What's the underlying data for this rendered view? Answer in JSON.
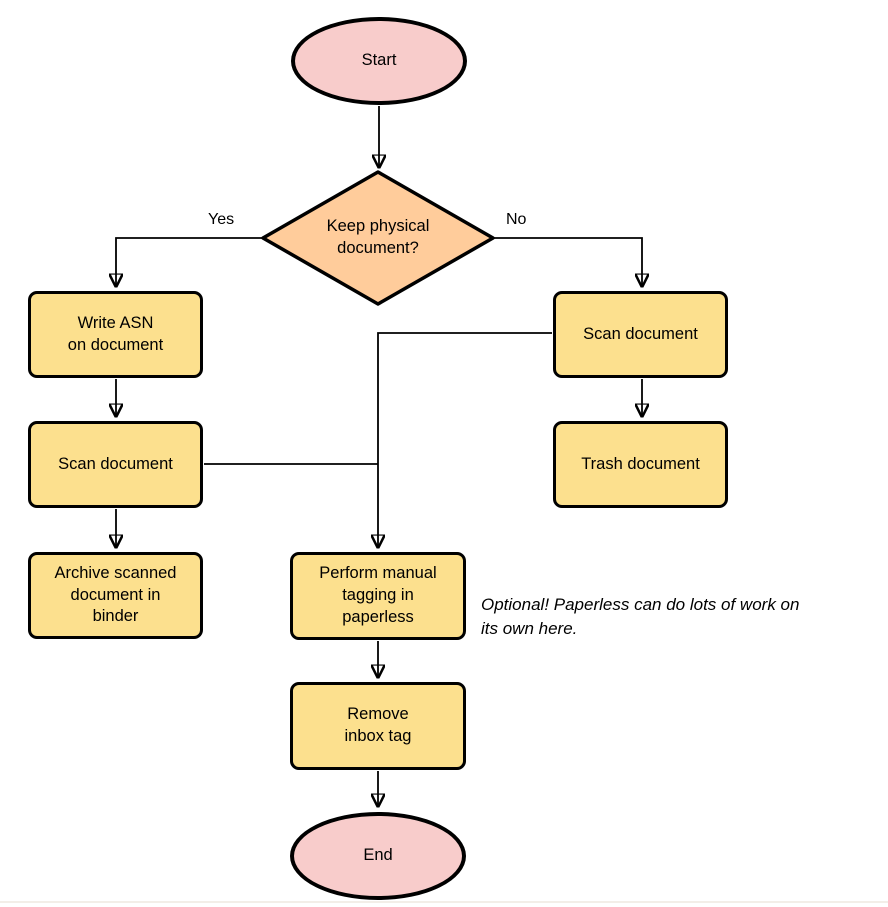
{
  "nodes": {
    "start": {
      "label": "Start",
      "type": "terminator"
    },
    "decision": {
      "label": "Keep physical\ndocument?",
      "type": "decision"
    },
    "write_asn": {
      "label": "Write ASN\non document",
      "type": "process"
    },
    "scan_left": {
      "label": "Scan document",
      "type": "process"
    },
    "archive": {
      "label": "Archive scanned\ndocument in\nbinder",
      "type": "process"
    },
    "scan_right": {
      "label": "Scan document",
      "type": "process"
    },
    "trash": {
      "label": "Trash document",
      "type": "process"
    },
    "tagging": {
      "label": "Perform manual\ntagging in\npaperless",
      "type": "process"
    },
    "remove_inbox": {
      "label": "Remove\ninbox tag",
      "type": "process"
    },
    "end": {
      "label": "End",
      "type": "terminator"
    }
  },
  "edge_labels": {
    "yes": "Yes",
    "no": "No"
  },
  "note": {
    "text": "Optional! Paperless can do lots of work on\nits own here."
  },
  "colors": {
    "terminator_fill": "#F8CCCB",
    "decision_fill": "#FFCC9B",
    "process_fill": "#FCE08E",
    "stroke": "#000000",
    "hairline": "#F3EEE8"
  }
}
